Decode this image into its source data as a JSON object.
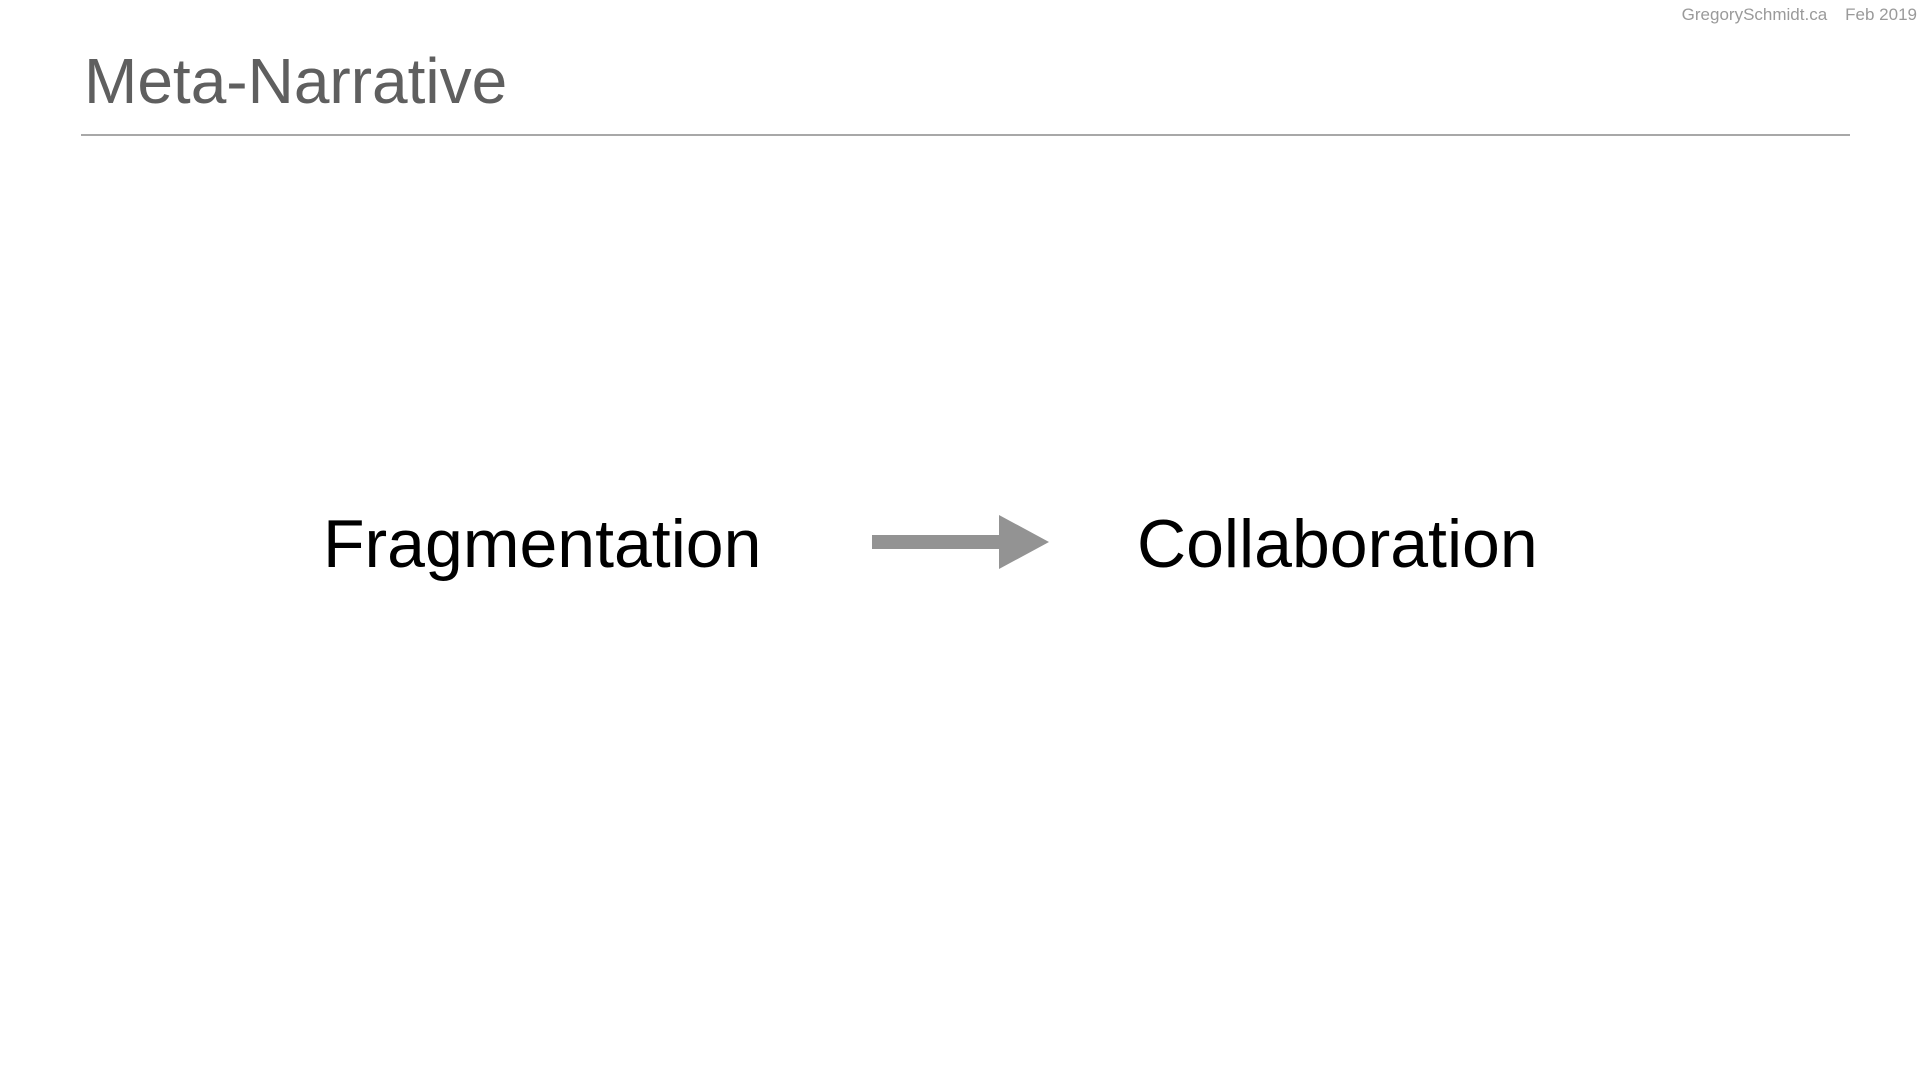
{
  "header": {
    "site": "GregorySchmidt.ca",
    "date": "Feb 2019"
  },
  "slide": {
    "title": "Meta-Narrative",
    "from_concept": "Fragmentation",
    "to_concept": "Collaboration"
  },
  "colors": {
    "title": "#5f5f5f",
    "rule": "#a8a8a8",
    "arrow": "#939393",
    "meta_text": "#9a9a9a",
    "body_text": "#000000"
  },
  "icons": {
    "flow_arrow": "right-arrow-icon"
  }
}
